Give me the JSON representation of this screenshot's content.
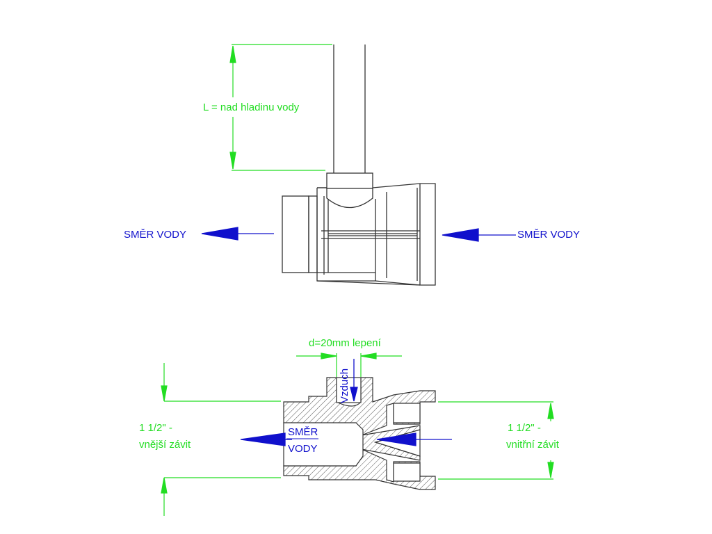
{
  "colors": {
    "dimension": "#22dd22",
    "flow": "#1010cc",
    "line": "#333333",
    "hatch": "#555555"
  },
  "labels": {
    "pipe_length": "L = nad hladinu vody",
    "flow_left": "SMĚR VODY",
    "flow_right": "SMĚR VODY",
    "pipe_diameter": "d=20mm lepení",
    "air": "Vzduch",
    "section_flow_line1": "SMĚR",
    "section_flow_line2": "VODY",
    "outer_thread_line1": "1 1/2\" -",
    "outer_thread_line2": "vnější závit",
    "inner_thread_line1": "1 1/2\" -",
    "inner_thread_line2": "vnitřní závit"
  }
}
